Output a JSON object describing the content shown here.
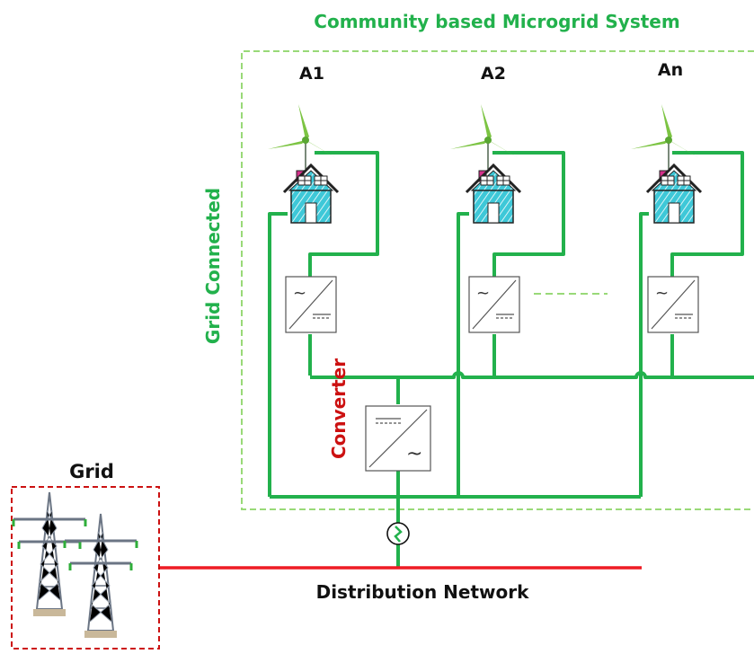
{
  "title": "Community based Microgrid System",
  "side_label": "Grid Connected",
  "converter_label": "Converter",
  "grid_label": "Grid",
  "network_label": "Distribution Network",
  "houses": [
    {
      "label": "A1"
    },
    {
      "label": "A2"
    },
    {
      "label": "An"
    }
  ],
  "colors": {
    "green": "#22b14c",
    "light_green": "#99d978",
    "red": "#ee1c24",
    "dark_red": "#cc1111",
    "house_fill": "#3ec8d8",
    "text_dark": "#111111"
  },
  "icons": [
    "wind-turbine-icon",
    "house-icon",
    "inverter-icon",
    "switch-icon",
    "transmission-tower-icon"
  ]
}
